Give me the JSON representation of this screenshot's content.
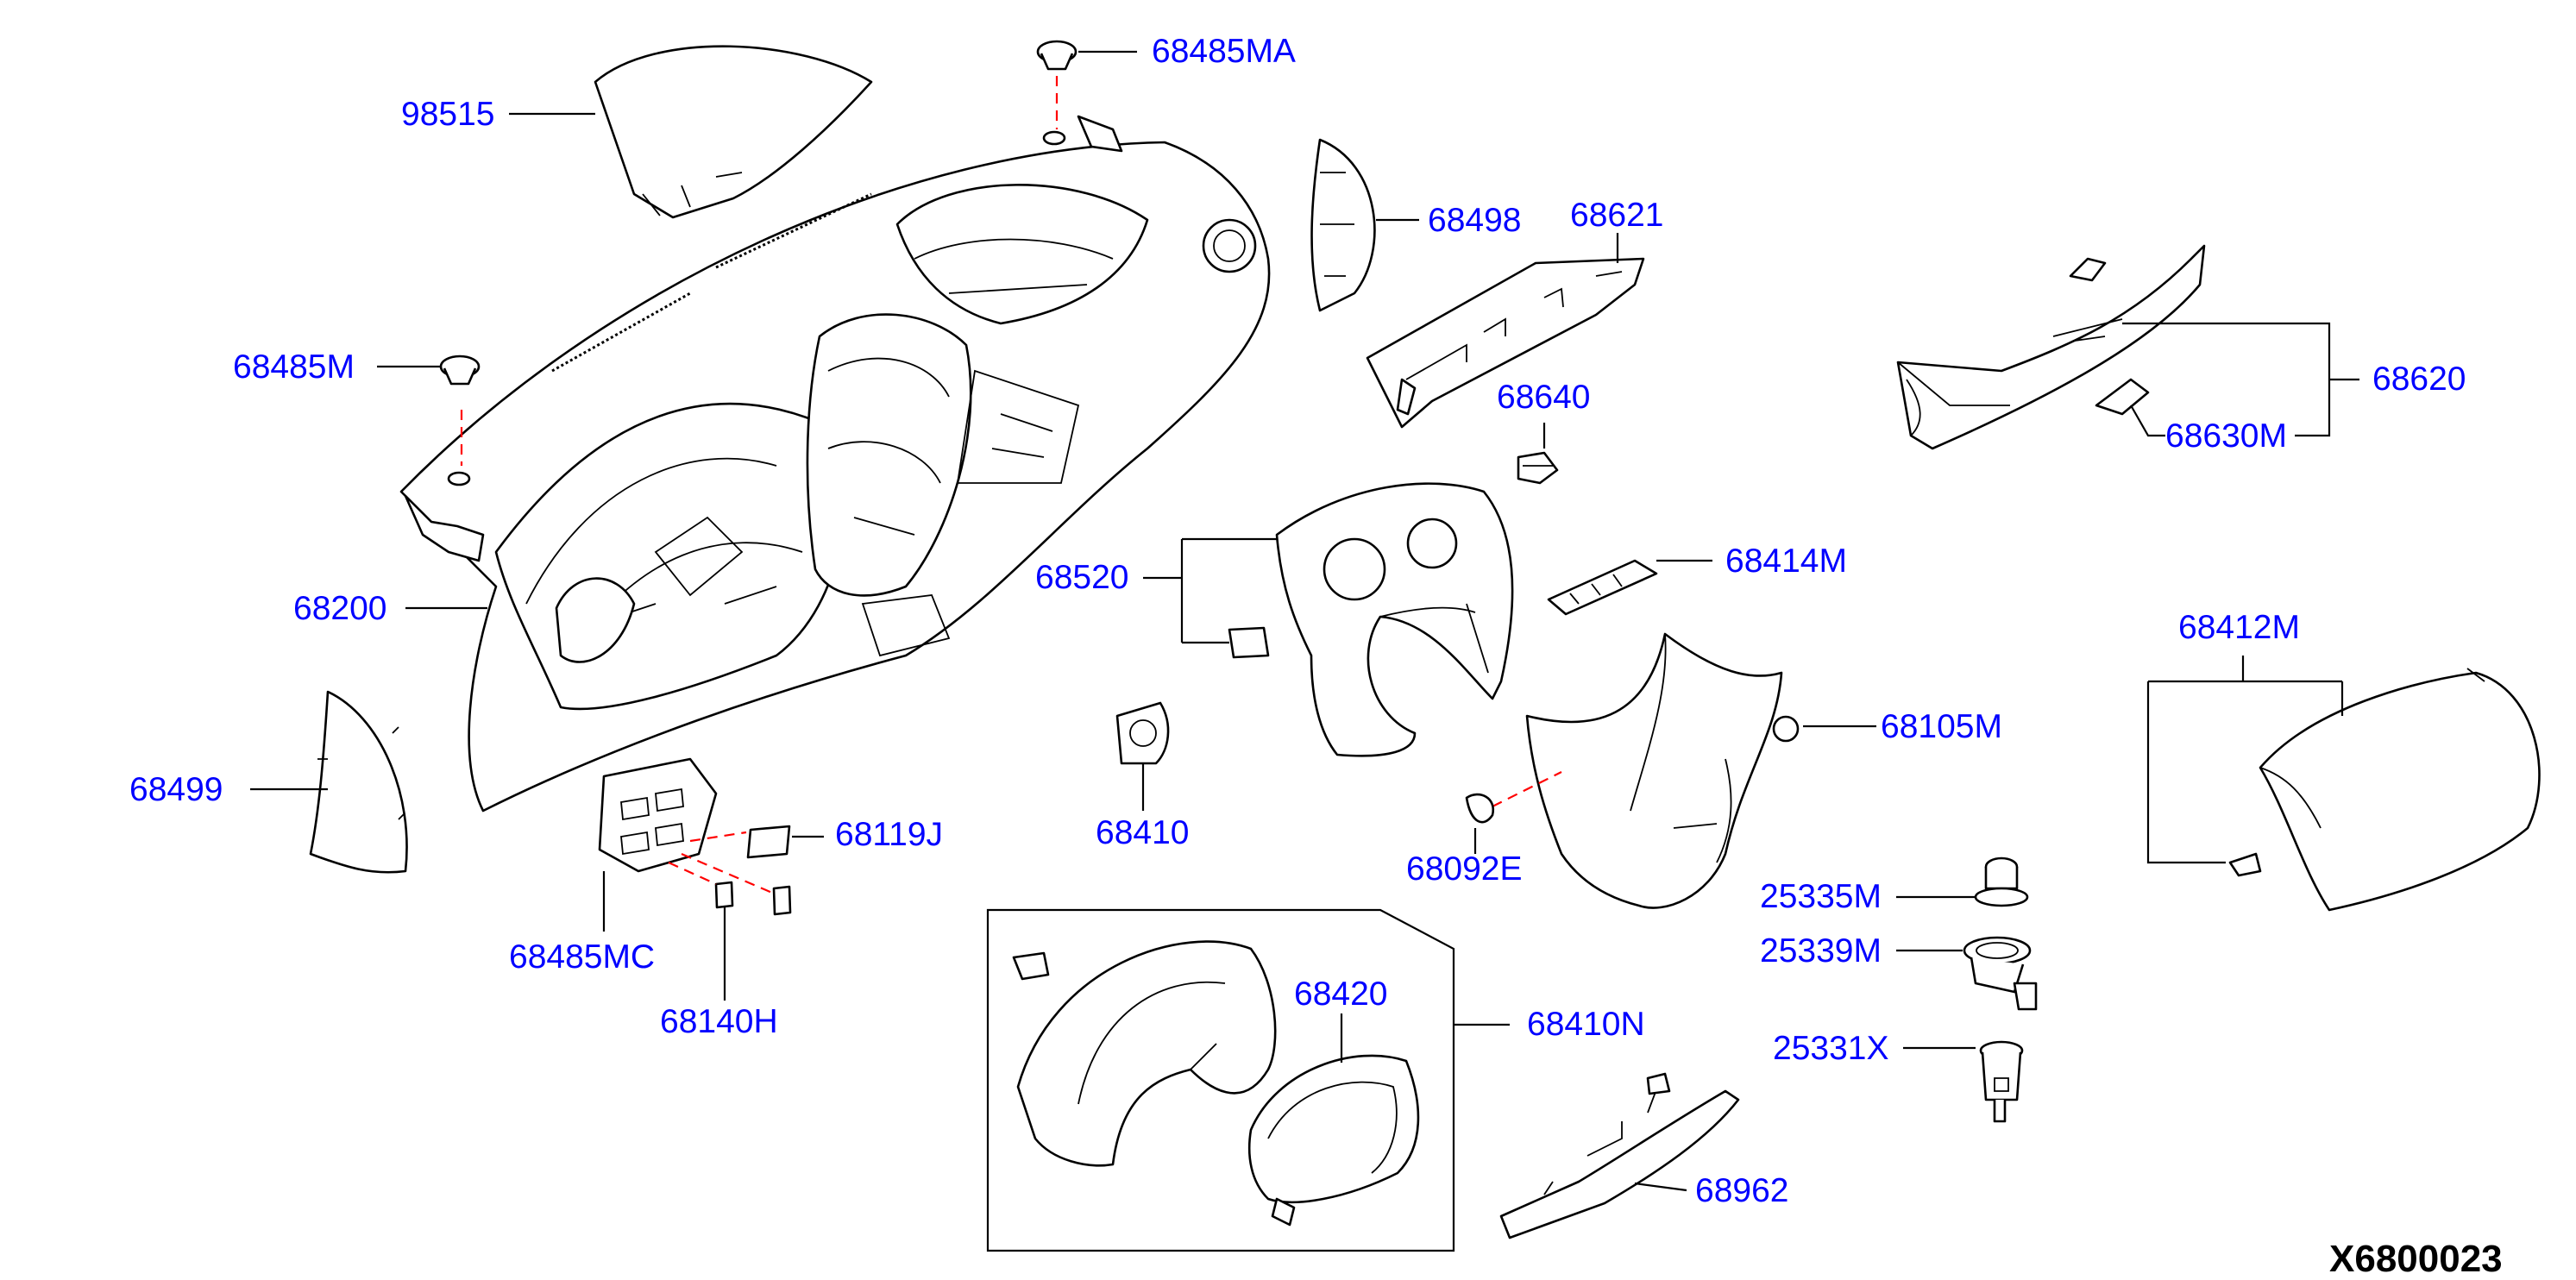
{
  "diagram": {
    "code": "X6800023",
    "colors": {
      "label": "#0000ff",
      "leader": "#000000",
      "hidden_line": "#ff0000"
    },
    "labels": {
      "p98515": "98515",
      "p68485MA": "68485MA",
      "p68485M": "68485M",
      "p68498": "68498",
      "p68621": "68621",
      "p68620": "68620",
      "p68640": "68640",
      "p68630M": "68630M",
      "p68520": "68520",
      "p68414M": "68414M",
      "p68200": "68200",
      "p68412M": "68412M",
      "p68499": "68499",
      "p68105M": "68105M",
      "p68410": "68410",
      "p68119J": "68119J",
      "p68092E": "68092E",
      "p25335M": "25335M",
      "p68485MC": "68485MC",
      "p25339M": "25339M",
      "p68420": "68420",
      "p68140H": "68140H",
      "p68410N": "68410N",
      "p25331X": "25331X",
      "p68962": "68962"
    }
  }
}
